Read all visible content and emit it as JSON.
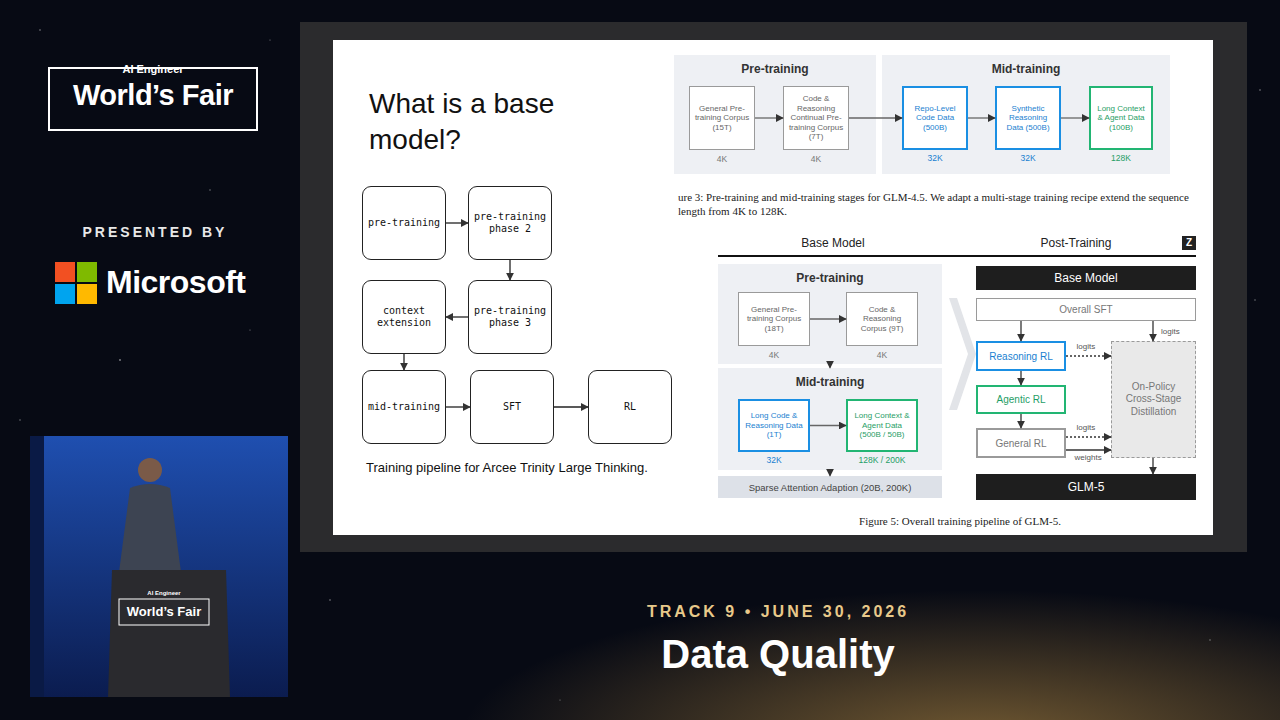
{
  "diagram": {
    "title": "What is a base model?",
    "caption": "Training pipeline for Arcee Trinity Large Thinking.",
    "nodes": [
      {
        "text": [
          "pre-training"
        ]
      },
      {
        "text": [
          "pre-training phase 2"
        ]
      },
      {
        "text": [
          "pre-training phase 3"
        ]
      },
      {
        "text": [
          "context extension"
        ]
      },
      {
        "text": [
          "mid-training"
        ]
      },
      {
        "text": [
          "SFT"
        ]
      },
      {
        "text": [
          "RL"
        ]
      },
      {
        "text": [
          "Pre-training"
        ]
      },
      {
        "text": [
          "General Pre-training Corpus (15T)",
          "4K"
        ],
        "in": 7
      },
      {
        "text": [
          "Code & Reasoning Continual Pre-training Corpus (7T)",
          "4K"
        ],
        "in": 7
      },
      {
        "text": [
          "Mid-training"
        ]
      },
      {
        "text": [
          "Repo-Level Code Data (500B)",
          "32K"
        ],
        "in": 10
      },
      {
        "text": [
          "Synthetic Reasoning Data (500B)",
          "32K"
        ],
        "in": 10
      },
      {
        "text": [
          "Long Context & Agent Data (100B)",
          "128K"
        ],
        "in": 10
      },
      {
        "text": [
          "Pre-training"
        ]
      },
      {
        "text": [
          "General Pre-training Corpus (18T)",
          "4K"
        ],
        "in": 14
      },
      {
        "text": [
          "Code & Reasoning Corpus (9T)",
          "4K"
        ],
        "in": 14
      },
      {
        "text": [
          "Mid-training"
        ]
      },
      {
        "text": [
          "Long Code & Reasoning Data (1T)",
          "32K"
        ],
        "in": 17
      },
      {
        "text": [
          "Long Context & Agent Data (500B / 50B)",
          "128K / 200K"
        ],
        "in": 17
      },
      {
        "text": [
          "Sparse Attention Adaption (20B, 200K)"
        ]
      },
      {
        "text": [
          "Base Model"
        ]
      },
      {
        "text": [
          "Overall SFT"
        ]
      },
      {
        "text": [
          "Reasoning RL"
        ]
      },
      {
        "text": [
          "Agentic RL"
        ]
      },
      {
        "text": [
          "General RL"
        ]
      },
      {
        "text": [
          "On-Policy Cross-Stage Distillation"
        ]
      },
      {
        "text": [
          "GLM-5"
        ]
      }
    ],
    "edges": [
      {
        "from": 0,
        "to": 1,
        "arrow": "to"
      },
      {
        "from": 1,
        "to": 2,
        "arrow": "to"
      },
      {
        "from": 2,
        "to": 3,
        "arrow": "to"
      },
      {
        "from": 3,
        "to": 4,
        "arrow": "to"
      },
      {
        "from": 4,
        "to": 5,
        "arrow": "to"
      },
      {
        "from": 5,
        "to": 6,
        "arrow": "to"
      },
      {
        "from": 8,
        "to": 9,
        "arrow": "to"
      },
      {
        "from": 9,
        "to": 11,
        "arrow": "to"
      },
      {
        "from": 11,
        "to": 12,
        "arrow": "to"
      },
      {
        "from": 12,
        "to": 13,
        "arrow": "to"
      },
      {
        "from": 15,
        "to": 16,
        "arrow": "to"
      },
      {
        "from": 14,
        "to": 17,
        "arrow": "to"
      },
      {
        "from": 18,
        "to": 19,
        "arrow": "to"
      },
      {
        "from": 17,
        "to": 20,
        "arrow": "to"
      },
      {
        "from": 22,
        "to": 23,
        "arrow": "to"
      },
      {
        "from": 23,
        "to": 24,
        "arrow": "to"
      },
      {
        "from": 24,
        "to": 25,
        "arrow": "to"
      },
      {
        "from": 22,
        "to": 26,
        "label": "logits",
        "arrow": "to"
      },
      {
        "from": 23,
        "to": 26,
        "label": "logits",
        "arrow": "to"
      },
      {
        "from": 25,
        "to": 26,
        "label": "logits",
        "arrow": "to"
      },
      {
        "from": 25,
        "to": 26,
        "label": "weights",
        "arrow": "to"
      },
      {
        "from": 26,
        "to": 27,
        "arrow": "to"
      }
    ],
    "labels": [
      "AI Engineer",
      "World’s Fair",
      "PRESENTED BY",
      "Microsoft",
      "ure 3: Pre-training and mid-training stages for GLM-4.5. We adapt a multi-stage training recipe extend the sequence length from 4K to 128K.",
      "Z",
      "Base Model",
      "Post-Training",
      "Z",
      "Figure 5: Overall training pipeline of GLM-5.",
      "TRACK 9 • JUNE 30, 2026",
      "Data Quality",
      "AI Engineer",
      "World’s Fair"
    ]
  }
}
